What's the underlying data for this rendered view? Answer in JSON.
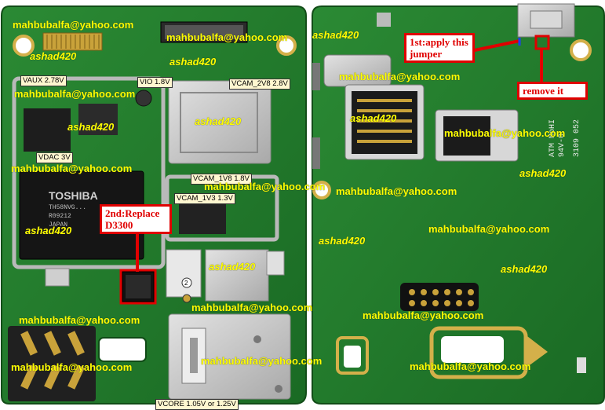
{
  "left_board": {
    "labels": {
      "vaux": "VAUX 2.78V",
      "vio": "VIO 1.8V",
      "vcam_2v8": "VCAM_2V8 2.8V",
      "vdac": "VDAC 3V",
      "vcam_1v8": "VCAM_1V8 1.8V",
      "vcam_1v3": "VCAM_1V3 1.3V",
      "vcore": "VCORE 1.05V or 1.25V"
    },
    "chip_text": {
      "brand": "TOSHIBA",
      "line1": "TH58NVG...",
      "line2": "R09212",
      "line3": "JAPAN"
    },
    "marker": "2"
  },
  "right_board": {
    "silk": {
      "line1": "ATM MoHI",
      "line2": "94V-0",
      "line3": "3109 052"
    }
  },
  "annotations": {
    "step1": "1st:apply this jumper",
    "step2": "2nd:Replace D3300",
    "remove": "remove it"
  },
  "watermarks": {
    "email": "mahbubalfa@yahoo.com",
    "handle": "ashad420"
  },
  "colors": {
    "pcb": "#1f7a2a",
    "shield": "#c8c8c8",
    "annotation": "#e00000",
    "watermark": "#ffff00"
  }
}
